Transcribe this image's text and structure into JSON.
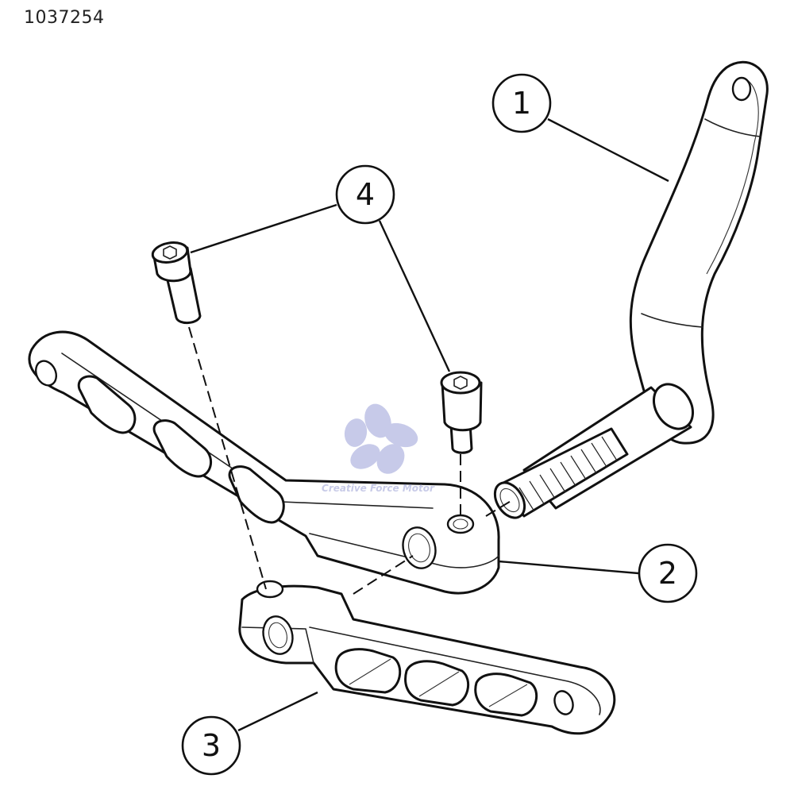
{
  "document": {
    "id": "1037254"
  },
  "callouts": [
    {
      "number": "1",
      "part": "gear-shift-lever"
    },
    {
      "number": "2",
      "part": "upper-linkage-arm"
    },
    {
      "number": "3",
      "part": "lower-linkage-arm"
    },
    {
      "number": "4",
      "part": "socket-head-bolts"
    }
  ],
  "watermark": {
    "text": "Creative Force Motor"
  },
  "colors": {
    "line": "#111111",
    "background": "#ffffff",
    "watermark": "#9a9fd4"
  }
}
